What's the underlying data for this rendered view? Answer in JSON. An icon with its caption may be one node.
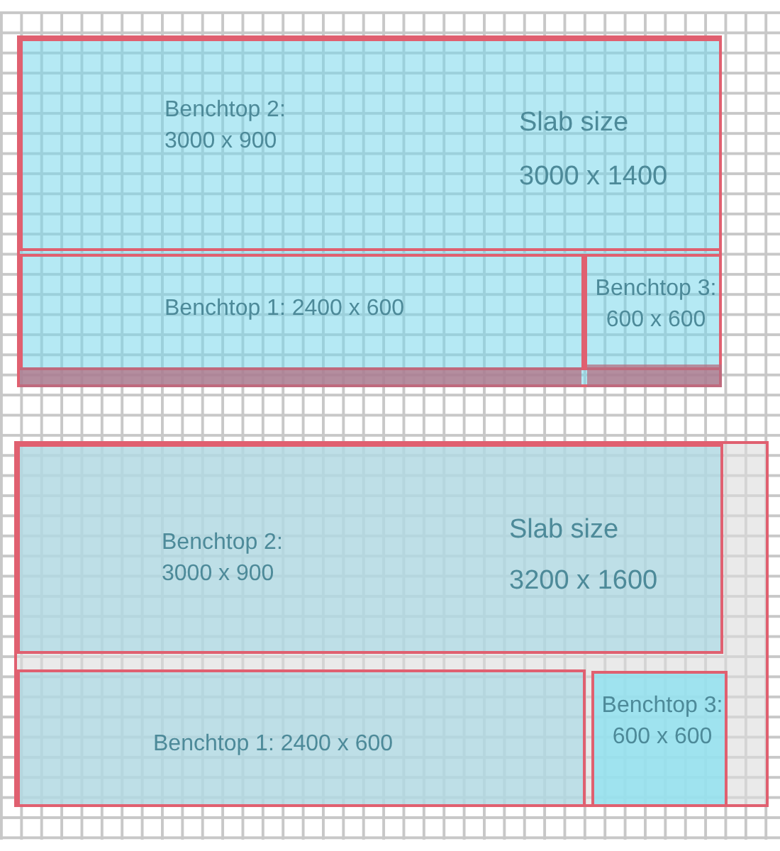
{
  "diagram": {
    "nodes": [
      {
        "text": [],
        "shape": "box"
      },
      {
        "text": [
          "Benchtop 2: 3000 x 900",
          "Slab size",
          "3000 x 1400"
        ],
        "in": 0
      },
      {
        "text": [
          "Benchtop 1: 2400 x 600"
        ],
        "in": 0
      },
      {
        "text": [
          "Benchtop 3: 600 x 600"
        ],
        "in": 0
      },
      {
        "text": [],
        "shape": "bar",
        "in": 0
      },
      {
        "text": [],
        "shape": "bar",
        "in": 0
      },
      {
        "text": [],
        "shape": "box"
      },
      {
        "text": [
          "Benchtop 2: 3000 x 900",
          "Slab size",
          "3200 x 1600"
        ],
        "in": 6
      },
      {
        "text": [
          "Benchtop 1: 2400 x 600"
        ],
        "in": 6
      },
      {
        "text": [
          "Benchtop 3: 600 x 600"
        ],
        "in": 6
      }
    ],
    "edges": []
  }
}
